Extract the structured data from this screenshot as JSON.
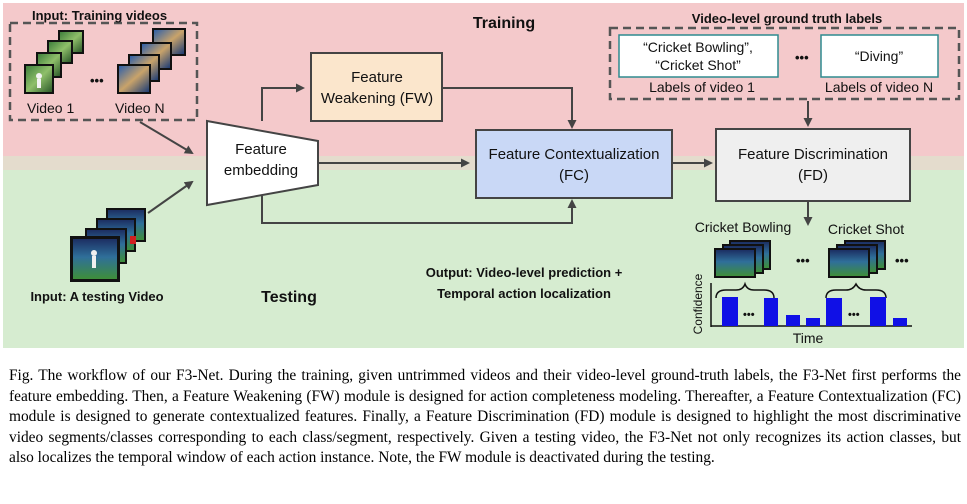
{
  "training": {
    "band_label": "Training",
    "input_label": "Input: Training videos",
    "video_first": "Video 1",
    "video_last": "Video N",
    "ellipsis": "•••",
    "gt_title": "Video-level ground truth labels",
    "gt_label_1_line1": "“Cricket Bowling”,",
    "gt_label_1_line2": "“Cricket Shot”",
    "gt_label_n": "“Diving”",
    "gt_caption_1": "Labels of video 1",
    "gt_caption_n": "Labels of video N"
  },
  "modules": {
    "embed_line1": "Feature",
    "embed_line2": "embedding",
    "fw_line1": "Feature",
    "fw_line2": "Weakening (FW)",
    "fc_line1": "Feature Contextualization",
    "fc_line2": "(FC)",
    "fd_line1": "Feature Discrimination",
    "fd_line2": "(FD)"
  },
  "testing": {
    "band_label": "Testing",
    "input_label": "Input: A testing Video",
    "output_line1": "Output: Video-level prediction +",
    "output_line2": "Temporal action localization",
    "class_a": "Cricket Bowling",
    "class_b": "Cricket Shot",
    "y_axis": "Confidence",
    "x_axis": "Time"
  },
  "colors": {
    "training_band": "#f4c9cb",
    "testing_band": "#d6ecd0",
    "fw_box": "#fbe6cc",
    "fc_box": "#c9d8f6",
    "fd_box": "#efefef",
    "bar": "#1010e6"
  },
  "caption": "Fig. The workflow of our F3-Net. During the training, given untrimmed videos and their video-level ground-truth labels, the F3-Net first performs the feature embedding. Then, a Feature Weakening (FW) module is designed for action completeness modeling. Thereafter, a Feature Contextualization (FC) module is designed to generate contextualized features. Finally, a Feature Discrimination (FD) module is designed to highlight the most discriminative video segments/classes corresponding to each class/segment, respectively. Given a testing video, the F3-Net not only recognizes its action classes, but also localizes the temporal window of each action instance. Note, the FW module is deactivated during the testing."
}
